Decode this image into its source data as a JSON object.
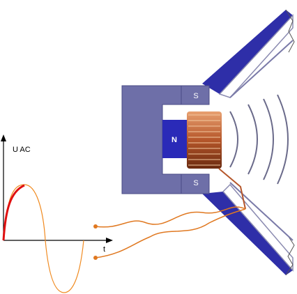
{
  "graph": {
    "y_axis_label": "U AC",
    "x_axis_label": "t"
  },
  "magnet": {
    "north_label": "N",
    "south_top_label": "S",
    "south_bottom_label": "S"
  },
  "colors": {
    "magnet_body": "#6e6fa8",
    "magnet_dark": "#4a4b86",
    "north_pole": "#2a2ab8",
    "cone_fill": "#2e2ea8",
    "coil": "#b5562a",
    "wire": "#e07820",
    "waveform": "#f08a20",
    "waveform_highlight": "#e01010",
    "axis": "#000000"
  },
  "icons": {
    "sound_waves": "sound-waves-icon",
    "coil": "voice-coil-icon",
    "terminals": "terminal-dot-icon"
  }
}
